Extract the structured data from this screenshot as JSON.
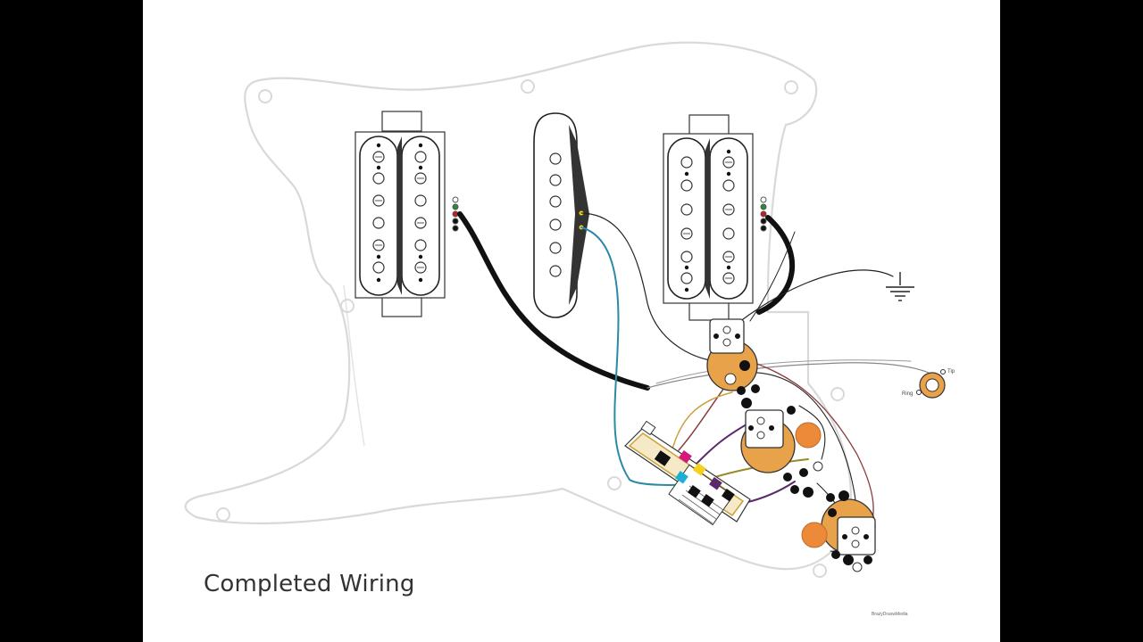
{
  "slide": {
    "caption": "Completed Wiring",
    "credit": "BrazyDraswMedia"
  },
  "jack": {
    "tip_label": "Tip",
    "ring_label": "Ring"
  },
  "colors": {
    "background": "#000000",
    "slide": "#ffffff",
    "pickguard_outline": "#d9d9d9",
    "cable": "#111111",
    "blue_wire": "#2a8aa6",
    "brown_wire": "#8a3b3b",
    "purple_wire": "#5a2a6a",
    "olive_wire": "#9a8a2a",
    "pot_body": "#e8a24a",
    "cap": "#ec8a3a",
    "magenta_lug": "#d6187a",
    "yellow_lug": "#f2d21a",
    "cyan_lug": "#1ab0d6"
  },
  "icons": [
    "ground-symbol-icon",
    "output-jack-icon"
  ]
}
